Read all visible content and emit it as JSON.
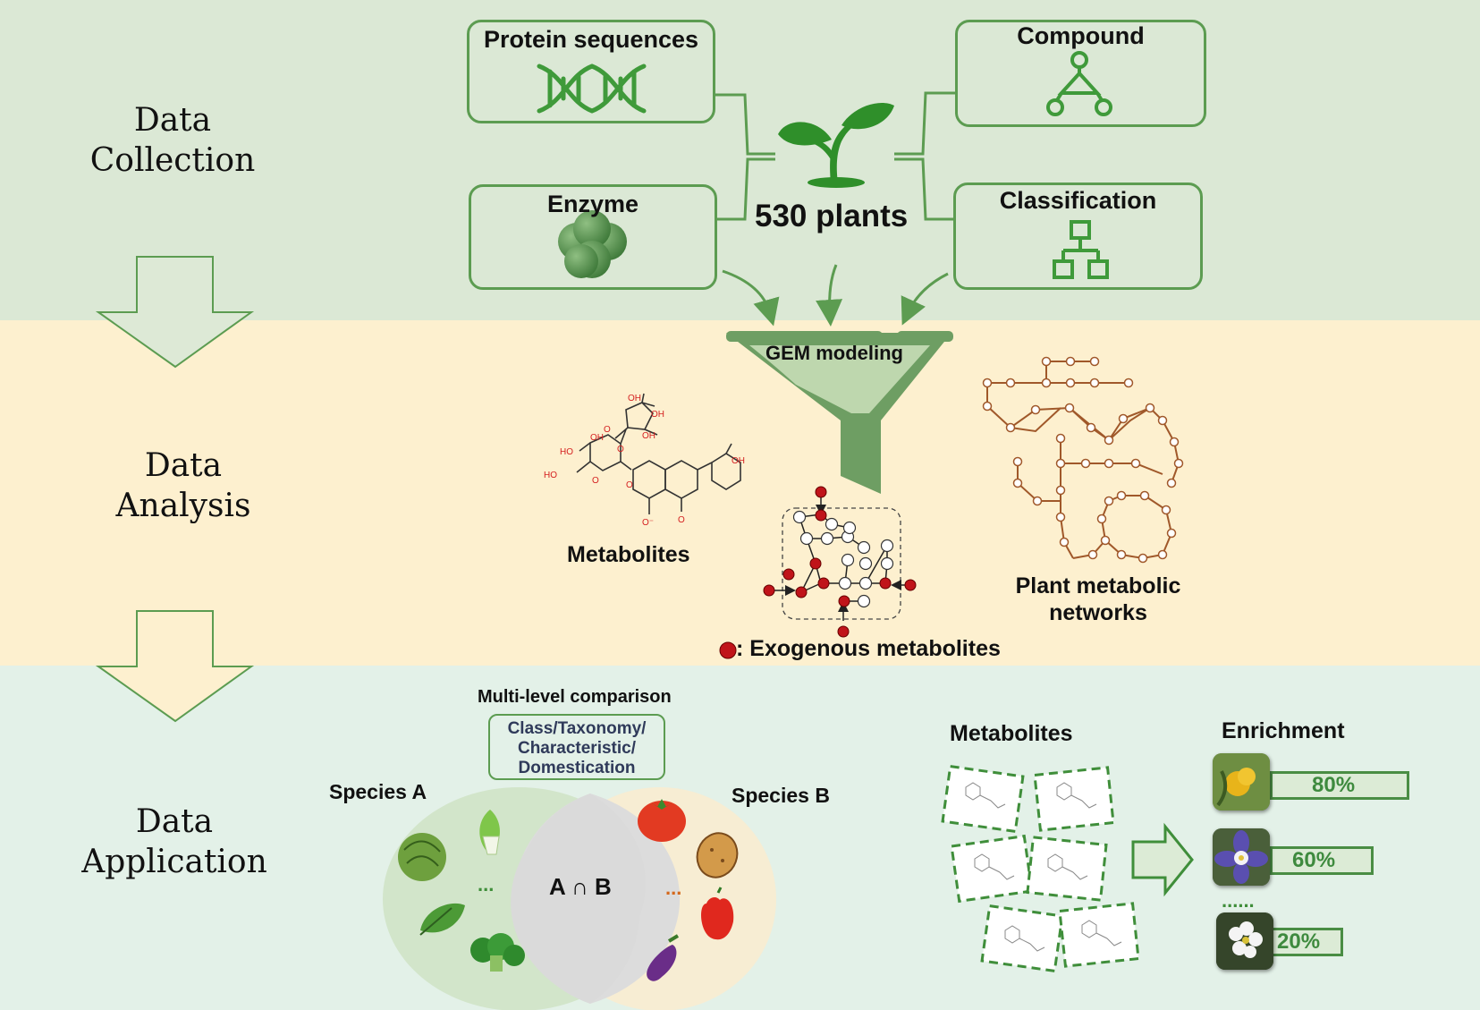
{
  "sections": {
    "collection": [
      "Data",
      "Collection"
    ],
    "analysis": [
      "Data",
      "Analysis"
    ],
    "application": [
      "Data",
      "Application"
    ]
  },
  "collection": {
    "protein_sequences": "Protein sequences",
    "enzyme": "Enzyme",
    "compound": "Compound",
    "classification": "Classification",
    "plants": "530 plants"
  },
  "analysis": {
    "gem_modeling": "GEM modeling",
    "metabolites": "Metabolites",
    "plant_metabolic_networks": [
      "Plant metabolic",
      "networks"
    ],
    "exogenous_legend": ": Exogenous metabolites",
    "molecule_labels": [
      "OH",
      "OH",
      "OH",
      "HO",
      "OH",
      "HO",
      "O",
      "O",
      "O",
      "O",
      "O",
      "O⁻",
      "OH"
    ]
  },
  "application": {
    "multilevel_title": "Multi-level comparison",
    "multilevel_box": [
      "Class/Taxonomy/",
      "Characteristic/",
      "Domestication"
    ],
    "species_a": "Species A",
    "species_b": "Species B",
    "intersection": "A ∩ B",
    "ellipsis_a": "...",
    "ellipsis_b": "...",
    "metabolites": "Metabolites",
    "enrichment": "Enrichment",
    "enrichment_more": "......",
    "bars": [
      {
        "label": "80%",
        "value": 0.8
      },
      {
        "label": "60%",
        "value": 0.6
      },
      {
        "label": "20%",
        "value": 0.2
      }
    ]
  },
  "colors": {
    "green_border": "#5c9c51",
    "dark_green": "#3f8e3a",
    "funnel_green": "#6e9e63",
    "network_brown": "#a0582a",
    "exogenous_red": "#c0141a",
    "collection_bg": "#dbe8d5",
    "analysis_bg": "#fdf0cf",
    "application_bg": "#e3f1e8"
  }
}
